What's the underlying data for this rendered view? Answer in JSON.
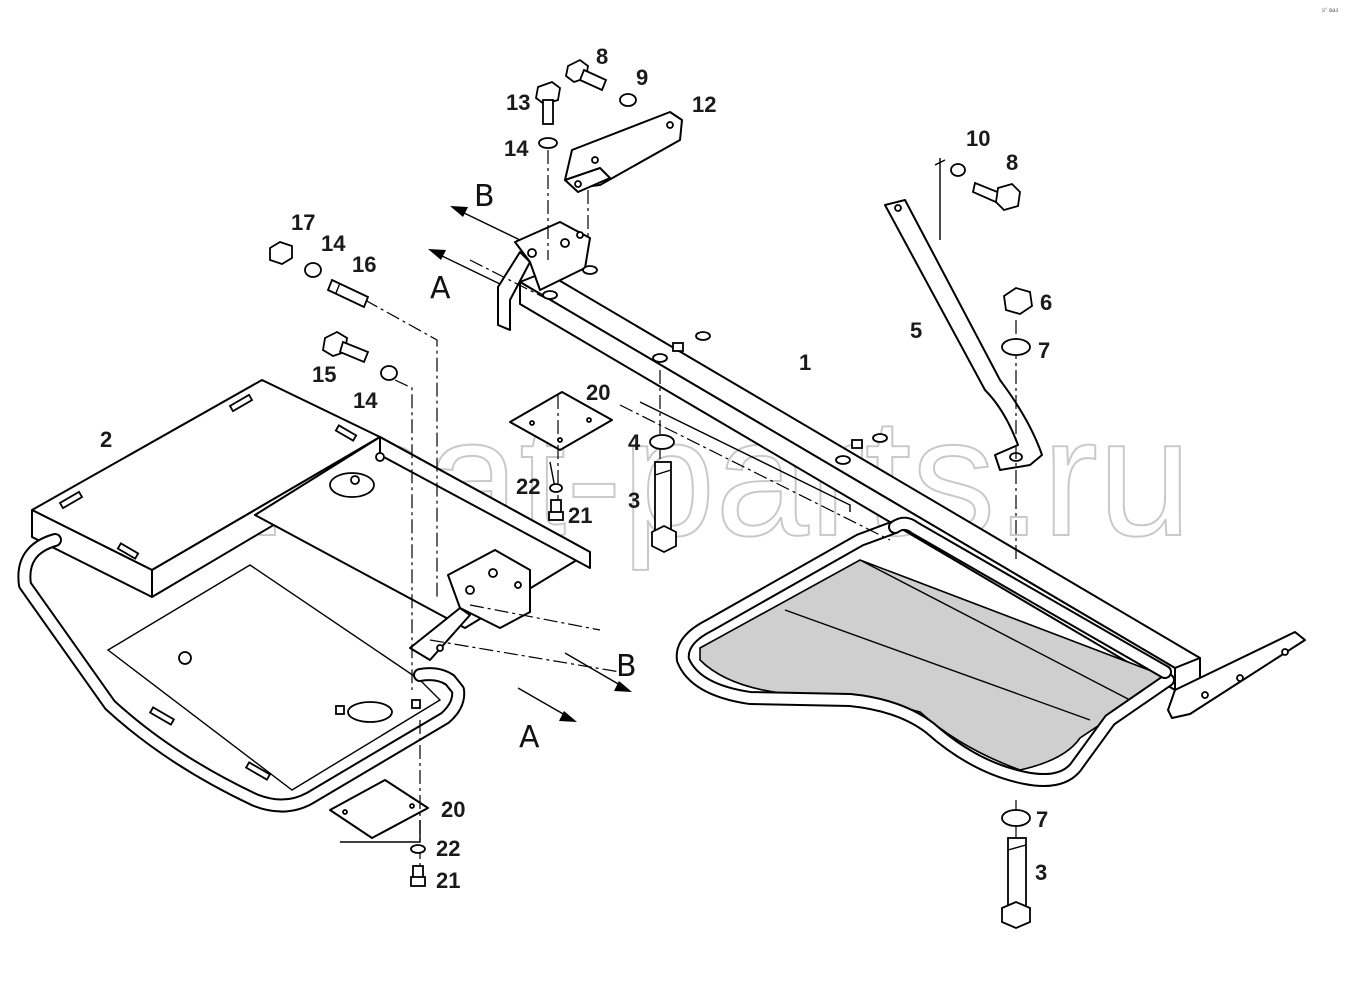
{
  "watermark": "ansat-parts.ru",
  "corner_mark": "s° ваз",
  "callouts": {
    "c1": "1",
    "c2": "2",
    "c3a": "3",
    "c3b": "3",
    "c4": "4",
    "c5": "5",
    "c6": "6",
    "c7a": "7",
    "c7b": "7",
    "c8a": "8",
    "c8b": "8",
    "c9": "9",
    "c10": "10",
    "c12": "12",
    "c13": "13",
    "c14a": "14",
    "c14b": "14",
    "c14c": "14",
    "c15": "15",
    "c16": "16",
    "c17": "17",
    "c20a": "20",
    "c20b": "20",
    "c21a": "21",
    "c21b": "21",
    "c22a": "22",
    "c22b": "22"
  },
  "sections": {
    "a_top": "A",
    "b_top": "B",
    "a_bottom": "A",
    "b_bottom": "B"
  },
  "colors": {
    "line": "#000000",
    "background": "#ffffff",
    "watermark": "#c9c9c9",
    "shade": "#cfcfcf"
  }
}
